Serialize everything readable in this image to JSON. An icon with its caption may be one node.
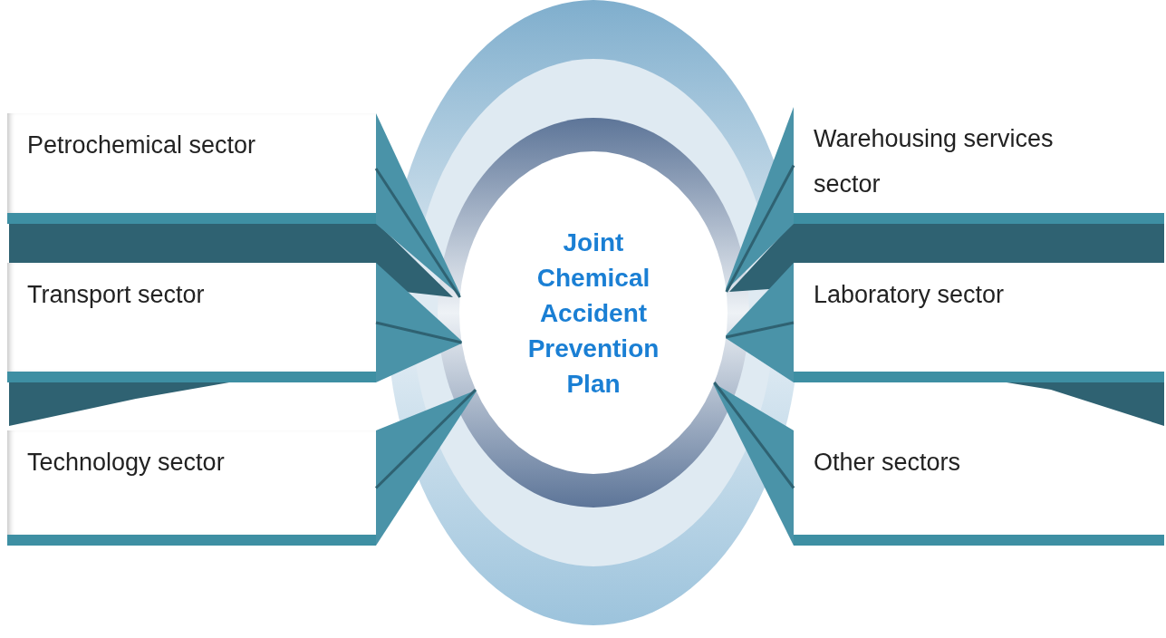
{
  "diagram": {
    "nodes": [
      {
        "text": [
          "Joint Chemical Accident Prevention Plan"
        ]
      },
      {
        "text": [
          "Petrochemical sector"
        ]
      },
      {
        "text": [
          "Warehousing services sector"
        ]
      },
      {
        "text": [
          "Transport sector"
        ]
      },
      {
        "text": [
          "Laboratory sector"
        ]
      },
      {
        "text": [
          "Technology sector"
        ]
      },
      {
        "text": [
          "Other sectors"
        ]
      }
    ],
    "edges": [
      {
        "from": 1,
        "to": 0,
        "arrow": "none"
      },
      {
        "from": 2,
        "to": 0,
        "arrow": "none"
      },
      {
        "from": 3,
        "to": 0,
        "arrow": "none"
      },
      {
        "from": 4,
        "to": 0,
        "arrow": "none"
      },
      {
        "from": 5,
        "to": 0,
        "arrow": "none"
      },
      {
        "from": 6,
        "to": 0,
        "arrow": "none"
      }
    ]
  }
}
